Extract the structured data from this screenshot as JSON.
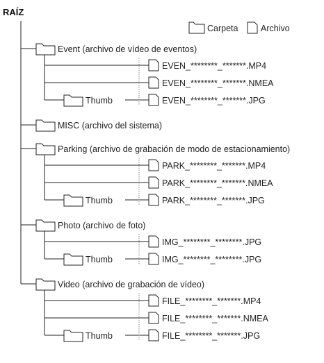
{
  "root": "RAÍZ",
  "legend": {
    "folder": "Carpeta",
    "file": "Archivo"
  },
  "groups": [
    {
      "folder": "Event (archivo de vídeo de eventos)",
      "files": [
        "EVEN_********_*******.MP4",
        "EVEN_********_*******.NMEA"
      ],
      "thumb": {
        "folder": "Thumb",
        "file": "EVEN_********_*******.JPG"
      }
    },
    {
      "folder": "MISC (archivo del sistema)",
      "files": [],
      "thumb": null
    },
    {
      "folder": "Parking (archivo de grabación de modo de estacionamiento)",
      "files": [
        "PARK_********_*******.MP4",
        "PARK_********_*******.NMEA"
      ],
      "thumb": {
        "folder": "Thumb",
        "file": "PARK_********_*******.JPG"
      }
    },
    {
      "folder": "Photo (archivo de foto)",
      "files": [
        "IMG_********_********.JPG"
      ],
      "thumb": {
        "folder": "Thumb",
        "file": "IMG_********_********.JPG"
      }
    },
    {
      "folder": "Video (archivo de grabación de vídeo)",
      "files": [
        "FILE_********_*******.MP4",
        "FILE_********_*******.NMEA"
      ],
      "thumb": {
        "folder": "Thumb",
        "file": "FILE_********_*******.JPG"
      }
    }
  ]
}
